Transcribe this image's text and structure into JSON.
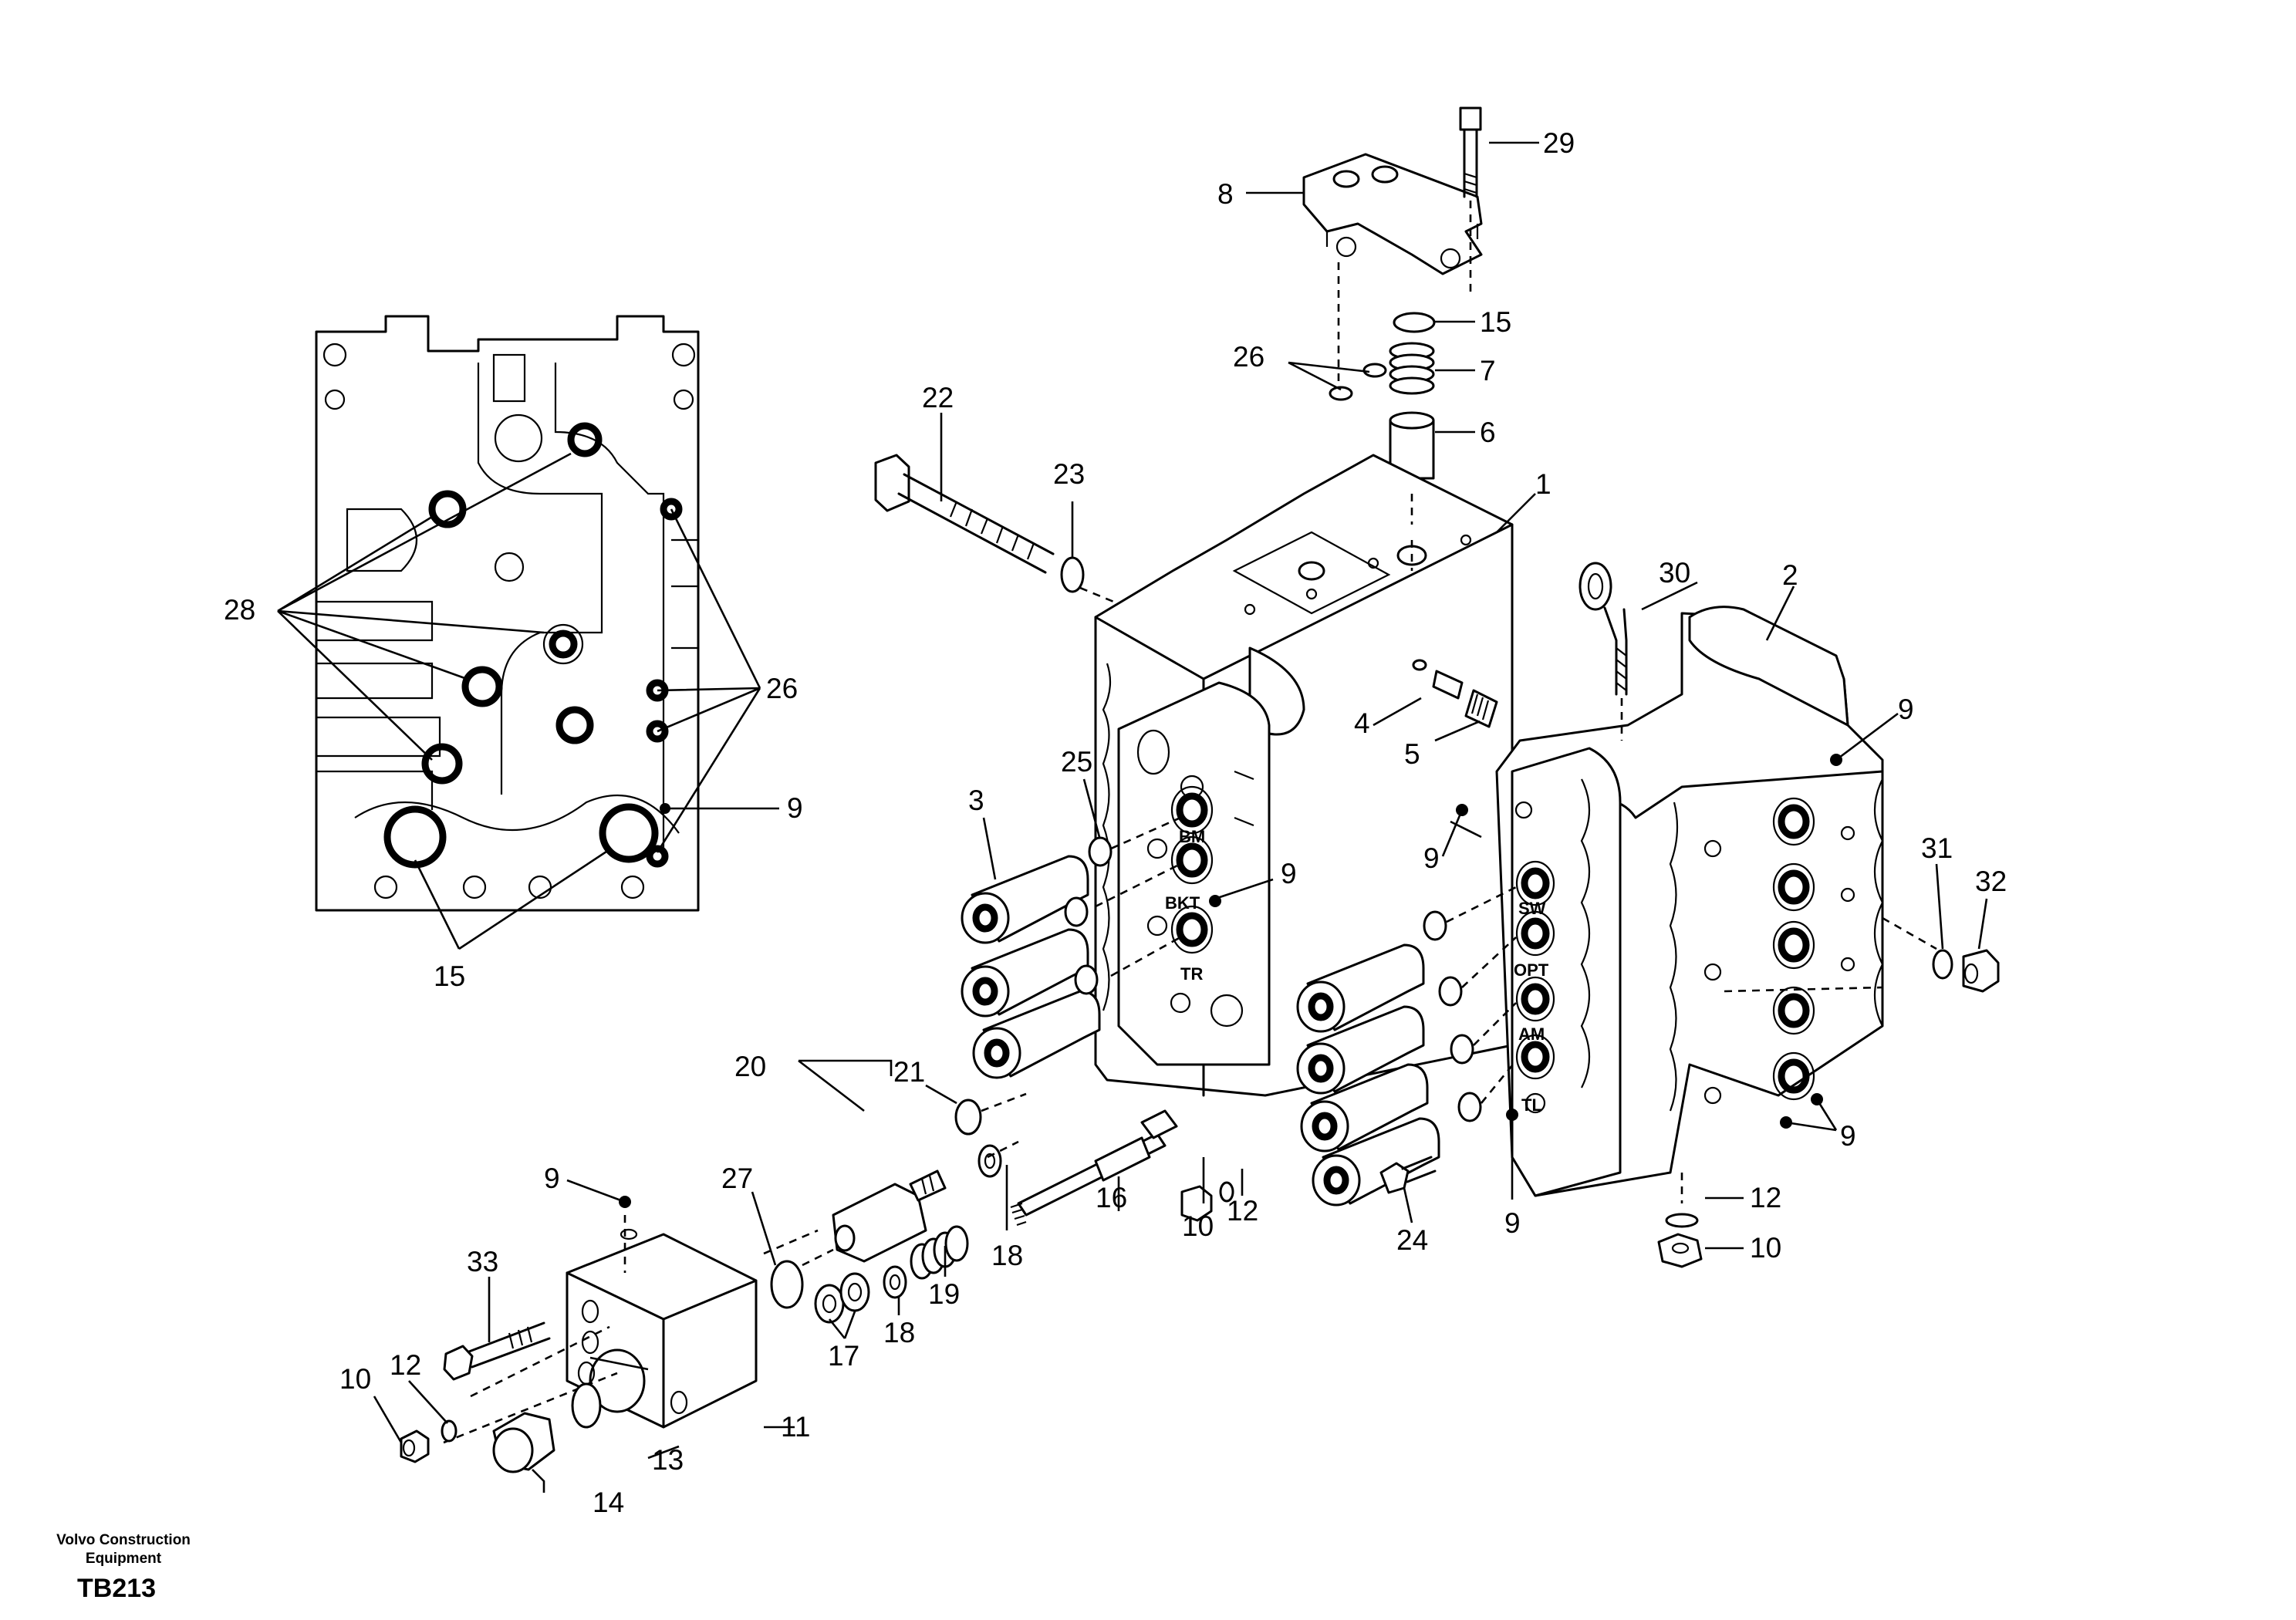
{
  "callouts": {
    "c1": "1",
    "c2": "2",
    "c3": "3",
    "c4": "4",
    "c5": "5",
    "c6": "6",
    "c7": "7",
    "c8": "8",
    "c9": "9",
    "c10": "10",
    "c11": "11",
    "c12": "12",
    "c13": "13",
    "c14": "14",
    "c15": "15",
    "c16": "16",
    "c17": "17",
    "c18": "18",
    "c19": "19",
    "c20": "20",
    "c21": "21",
    "c22": "22",
    "c23": "23",
    "c24": "24",
    "c25": "25",
    "c26": "26",
    "c27": "27",
    "c28": "28",
    "c29": "29",
    "c30": "30",
    "c31": "31",
    "c32": "32",
    "c33": "33"
  },
  "port_labels": {
    "bm": "BM",
    "bkt": "BKT",
    "tr": "TR",
    "sw": "SW",
    "opt": "OPT",
    "am": "AM",
    "tl": "TL"
  },
  "footer": {
    "manufacturer_line1": "Volvo Construction",
    "manufacturer_line2": "Equipment",
    "doc_id": "TB213"
  }
}
